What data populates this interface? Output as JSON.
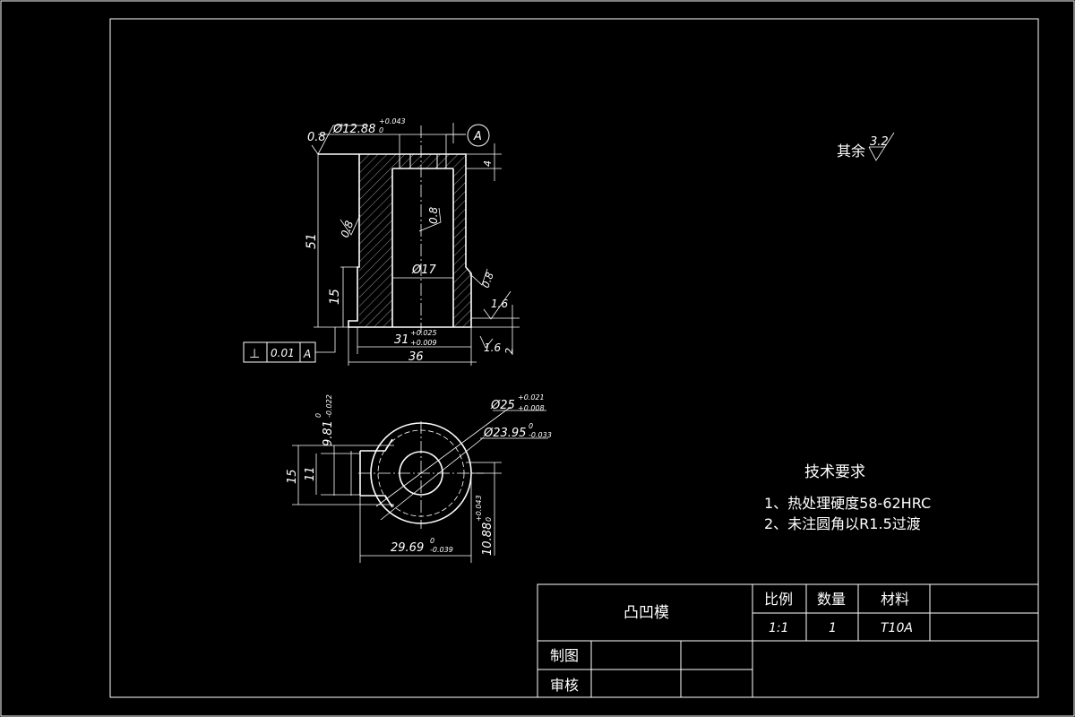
{
  "title_block": {
    "part_name": "凸凹模",
    "scale_label": "比例",
    "scale_value": "1:1",
    "qty_label": "数量",
    "qty_value": "1",
    "material_label": "材料",
    "material_value": "T10A",
    "drawn_label": "制图",
    "checked_label": "审核"
  },
  "roughness_rest": {
    "label": "其余",
    "value": "3.2"
  },
  "tech_requirements": {
    "title": "技术要求",
    "items": [
      "1、热处理硬度58-62HRC",
      "2、未注圆角以R1.5过渡"
    ]
  },
  "front_view": {
    "dia_top": "Ø12.88",
    "dia_top_tol_upper": "+0.043",
    "dia_top_tol_lower": "0",
    "datum": "A",
    "roughness_left_top": "0.8",
    "roughness_bore": "0.8",
    "roughness_outer": "0.8",
    "roughness_right": "0.8",
    "roughness_step": "1.6",
    "roughness_bottom": "1.6",
    "dim_height_total": "51",
    "dim_height_lower": "15",
    "dim_top_thick": "4",
    "dim_bottom_step": "2",
    "dia_bore": "Ø17",
    "dim_width_inner": "31",
    "dim_width_inner_tol_upper": "+0.025",
    "dim_width_inner_tol_lower": "+0.009",
    "dim_width_total": "36",
    "fcf_symbol": "⊥",
    "fcf_value": "0.01",
    "fcf_datum": "A"
  },
  "top_view": {
    "dia_25": "Ø25",
    "dia_25_tol_upper": "+0.021",
    "dia_25_tol_lower": "+0.008",
    "dia_23": "Ø23.95",
    "dia_23_tol_upper": "0",
    "dia_23_tol_lower": "-0.033",
    "dim_981": "9.81",
    "dim_981_tol_upper": "0",
    "dim_981_tol_lower": "-0.022",
    "dim_15": "15",
    "dim_11": "11",
    "dim_2969": "29.69",
    "dim_2969_tol_upper": "0",
    "dim_2969_tol_lower": "-0.039",
    "dim_1088": "10.88",
    "dim_1088_tol_upper": "+0.043",
    "dim_1088_tol_lower": "0"
  }
}
